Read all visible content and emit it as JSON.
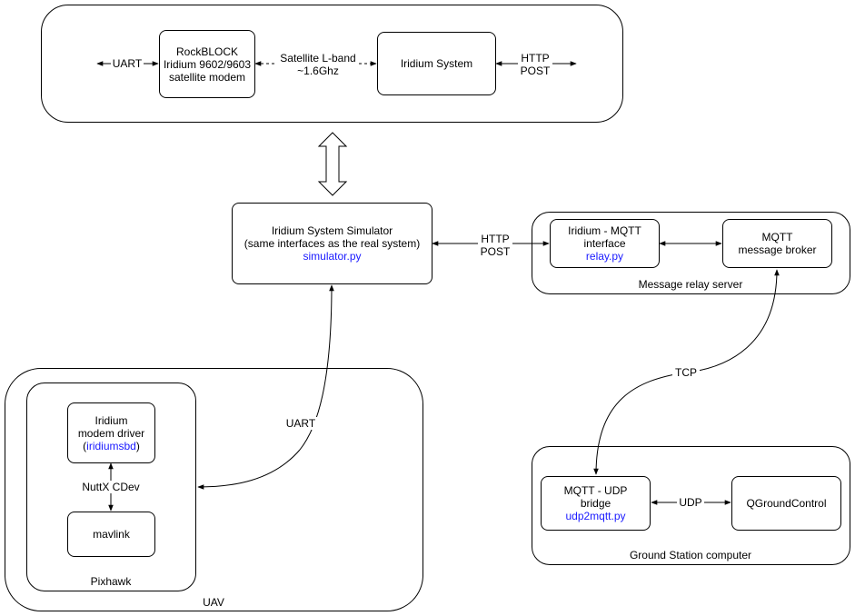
{
  "top_system": {
    "rockblock": {
      "line1": "RockBLOCK",
      "line2": "Iridium 9602/9603",
      "line3": "satellite modem"
    },
    "iridium_system": "Iridium System",
    "uart_label": "UART",
    "satellite_label": {
      "line1": "Satellite L-band",
      "line2": "~1.6Ghz"
    },
    "http_label": {
      "line1": "HTTP",
      "line2": "POST"
    }
  },
  "simulator": {
    "line1": "Iridium System Simulator",
    "line2": "(same interfaces as the real system)",
    "file": "simulator.py"
  },
  "sim_http_label": {
    "line1": "HTTP",
    "line2": "POST"
  },
  "relay_server": {
    "title": "Message relay server",
    "interface": {
      "line1": "Iridium - MQTT",
      "line2": "interface",
      "file": "relay.py"
    },
    "broker": {
      "line1": "MQTT",
      "line2": "message broker"
    }
  },
  "tcp_label": "TCP",
  "uart_link_label": "UART",
  "uav": {
    "title": "UAV",
    "pixhawk": {
      "title": "Pixhawk",
      "driver": {
        "line1": "Iridium",
        "line2": "modem driver",
        "paren_open": "(",
        "file": "iridiumsbd",
        "paren_close": ")"
      },
      "cdev_label": "NuttX CDev",
      "mavlink": "mavlink"
    }
  },
  "ground_station": {
    "title": "Ground Station computer",
    "bridge": {
      "line1": "MQTT - UDP",
      "line2": "bridge",
      "file": "udp2mqtt.py"
    },
    "udp_label": "UDP",
    "qgc": "QGroundControl"
  },
  "colors": {
    "link_text": "#1a1aff",
    "stroke": "#000000"
  }
}
